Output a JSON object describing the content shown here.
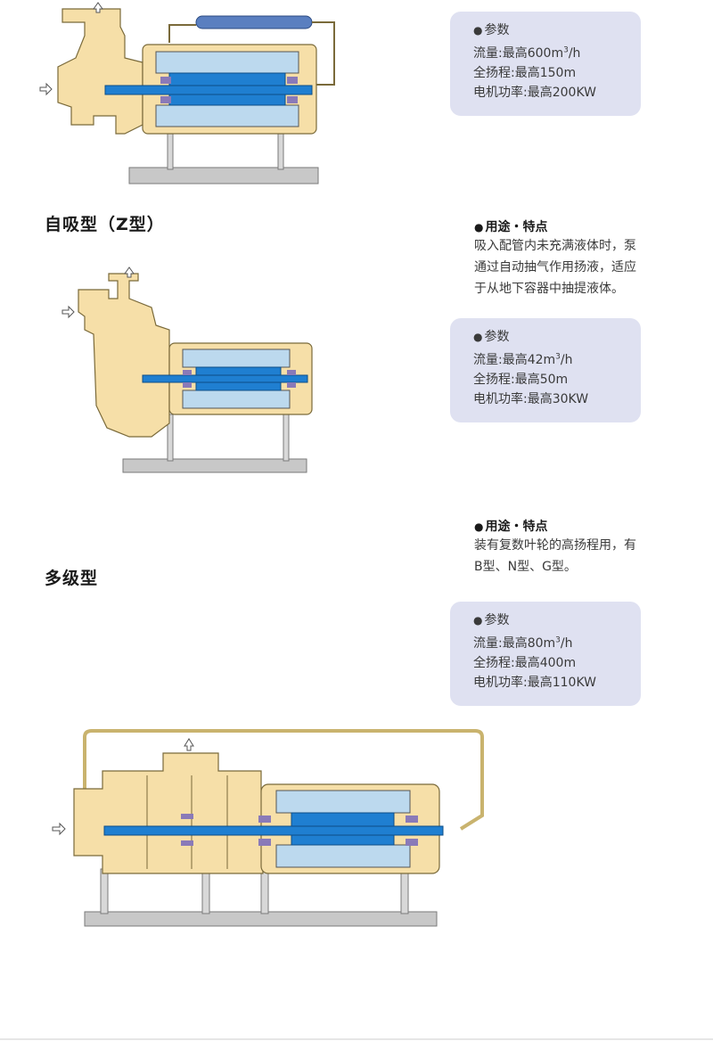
{
  "sections": [
    {
      "heading": "",
      "features": null,
      "params": {
        "title": "参数",
        "flow_prefix": "流量:最高600m",
        "flow_sup": "3",
        "flow_suffix": "/h",
        "head": "全扬程:最高150m",
        "power": "电机功率:最高200KW"
      }
    },
    {
      "heading": "自吸型（Z型）",
      "features": {
        "title": "用途・特点",
        "lines": [
          "吸入配管内未充满液体时，泵",
          "通过自动抽气作用扬液，适应",
          "于从地下容器中抽提液体。"
        ]
      },
      "params": {
        "title": "参数",
        "flow_prefix": "流量:最高42m",
        "flow_sup": "3",
        "flow_suffix": "/h",
        "head": "全扬程:最高50m",
        "power": "电机功率:最高30KW"
      }
    },
    {
      "heading": "多级型",
      "features": {
        "title": "用途・特点",
        "lines": [
          "装有复数叶轮的高扬程用，有",
          "B型、N型、G型。"
        ]
      },
      "params": {
        "title": "参数",
        "flow_prefix": "流量:最高80m",
        "flow_sup": "3",
        "flow_suffix": "/h",
        "head": "全扬程:最高400m",
        "power": "电机功率:最高110KW"
      }
    }
  ],
  "colors": {
    "casing": "#f6dfa8",
    "casing_outline": "#7a6a3a",
    "shaft_blue": "#1f7fd1",
    "stator_blue": "#bcd9ee",
    "bearing_purple": "#8a7ab8",
    "base_gray": "#c8c8c8",
    "box_bg": "#dfe1f1"
  },
  "icons": {
    "bullet": "black-circle",
    "flow_arrow": "hollow-arrow"
  }
}
